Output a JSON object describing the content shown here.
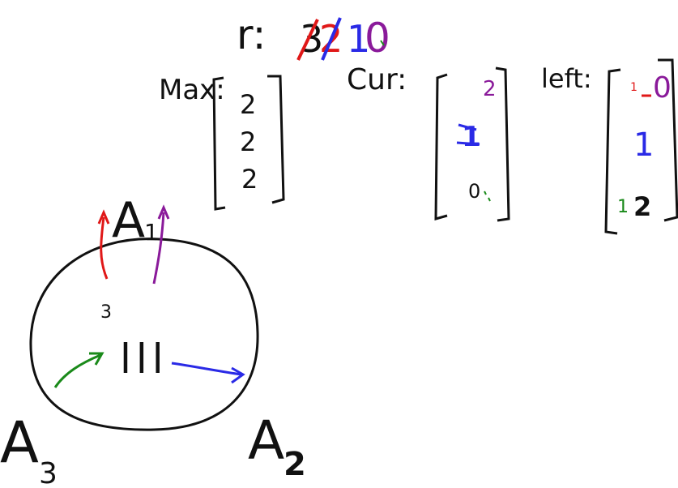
{
  "colors": {
    "ink": "#111111",
    "red": "#e01818",
    "blue": "#2a2ae6",
    "purple": "#8a1a9a",
    "green": "#1a8a1a"
  },
  "resource": {
    "label": "r:",
    "digits": [
      {
        "text": "3",
        "struck": true
      },
      {
        "text": "2",
        "struck": true
      },
      {
        "text": "1",
        "struck": false
      },
      {
        "text": "0",
        "struck": false
      }
    ]
  },
  "max": {
    "label": "Max:",
    "values": [
      "2",
      "2",
      "2"
    ]
  },
  "cur": {
    "label": "Cur:",
    "values": [
      "2",
      "1",
      "0"
    ]
  },
  "left": {
    "label": "left:",
    "values": [
      "0",
      "1",
      "2"
    ],
    "prior_values": [
      "1",
      "",
      "1"
    ]
  },
  "graph": {
    "pool_label": "3",
    "pool_tokens": "lll",
    "nodes": [
      {
        "id": "A1",
        "letter": "A",
        "sub": "1"
      },
      {
        "id": "A2",
        "letter": "A",
        "sub": "2"
      },
      {
        "id": "A3",
        "letter": "A",
        "sub": "3"
      }
    ]
  }
}
